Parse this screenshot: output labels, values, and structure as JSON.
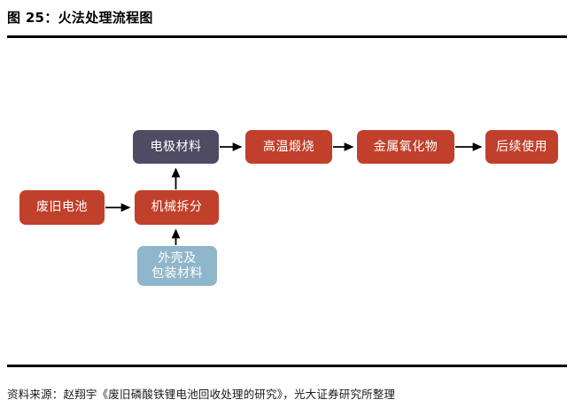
{
  "figure": {
    "title": "图 25：火法处理流程图",
    "source_note": "资料来源：赵翔宇《废旧磷酸铁锂电池回收处理的研究》，光大证券研究所整理"
  },
  "colors": {
    "red": "#c0402b",
    "slate": "#4e4b63",
    "blue": "#8fb6ca",
    "rule": "#000000",
    "arrow": "#000000",
    "background": "#ffffff",
    "node_text": "#ffffff"
  },
  "diagram": {
    "type": "flowchart",
    "nodes": [
      {
        "id": "waste-battery",
        "label": "废旧电池",
        "color": "#c0402b"
      },
      {
        "id": "mechanical",
        "label": "机械拆分",
        "color": "#c0402b"
      },
      {
        "id": "electrode",
        "label": "电极材料",
        "color": "#4e4b63"
      },
      {
        "id": "shell-packaging",
        "label": "外壳及\n包装材料",
        "line1": "外壳及",
        "line2": "包装材料",
        "color": "#8fb6ca"
      },
      {
        "id": "calcination",
        "label": "高温煅烧",
        "color": "#c0402b"
      },
      {
        "id": "metal-oxide",
        "label": "金属氧化物",
        "color": "#c0402b"
      },
      {
        "id": "subsequent-use",
        "label": "后续使用",
        "color": "#c0402b"
      }
    ],
    "edges": [
      {
        "from": "waste-battery",
        "to": "mechanical",
        "direction": "right"
      },
      {
        "from": "mechanical",
        "to": "electrode",
        "direction": "up"
      },
      {
        "from": "shell-packaging",
        "to": "mechanical",
        "direction": "up"
      },
      {
        "from": "electrode",
        "to": "calcination",
        "direction": "right"
      },
      {
        "from": "calcination",
        "to": "metal-oxide",
        "direction": "right"
      },
      {
        "from": "metal-oxide",
        "to": "subsequent-use",
        "direction": "right"
      }
    ]
  }
}
